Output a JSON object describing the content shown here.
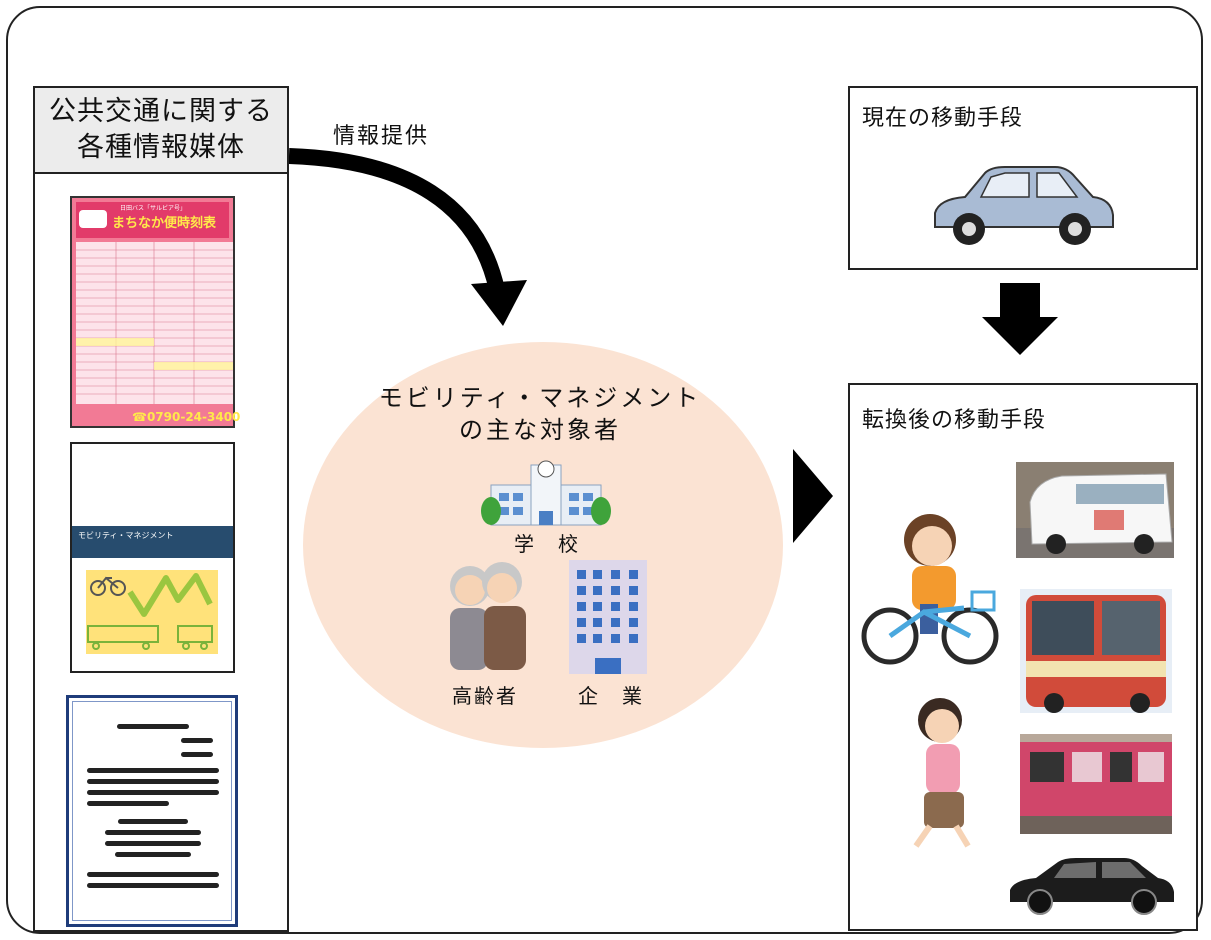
{
  "media": {
    "header_line1": "公共交通に関する",
    "header_line2": "各種情報媒体",
    "timetable_line1": "日田バス「サルビア号」",
    "timetable_title": "まちなか便時刻表",
    "timetable_phone": "☎0790-24-3400",
    "brochure_title": "モビリティ・マネジメント"
  },
  "arrow_label": "情報提供",
  "targets": {
    "title_line1": "モビリティ・マネジメント",
    "title_line2": "の主な対象者",
    "school": "学　校",
    "elderly": "高齢者",
    "company": "企　業"
  },
  "current": {
    "title": "現在の移動手段"
  },
  "after": {
    "title": "転換後の移動手段"
  },
  "colors": {
    "oval": "#fbe3d3",
    "header_bg": "#ececec",
    "poster": "#f05a7e"
  }
}
